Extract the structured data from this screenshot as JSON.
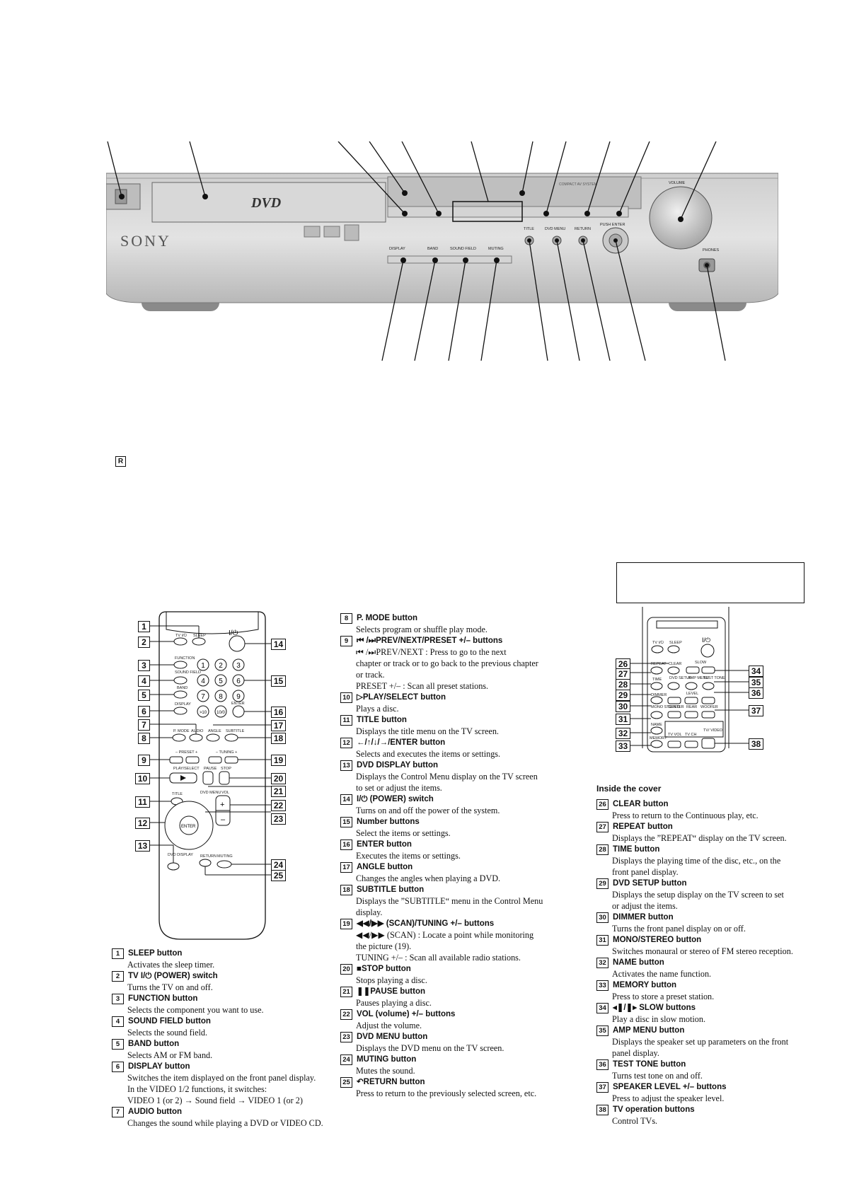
{
  "front_panel": {
    "brand": "SONY",
    "dvd_logo": "DVD",
    "labels": {
      "volume": "VOLUME",
      "push_enter": "PUSH ENTER",
      "title": "TITLE",
      "dvd_menu": "DVD MENU",
      "return": "RETURN",
      "display": "DISPLAY",
      "band": "BAND",
      "sound_field": "SOUND FIELD",
      "muting": "MUTING",
      "phones": "PHONES",
      "compact": "COMPACT AV SYSTEM"
    }
  },
  "section_marker": "R",
  "remote": {
    "numbers": [
      "1",
      "2",
      "3",
      "4",
      "5",
      "6",
      "7",
      "8",
      "9",
      "10",
      "11",
      "12",
      "13",
      "14",
      "15",
      "16",
      "17",
      "18",
      "19",
      "20",
      "21",
      "22",
      "23",
      "24",
      "25"
    ],
    "labels": {
      "tv_power": "TV I/⏻",
      "sleep": "SLEEP",
      "power": "I/⏻",
      "function": "FUNCTION",
      "sound_field": "SOUND FIELD",
      "band": "BAND",
      "display": "DISPLAY",
      "enter": "ENTER",
      "p_mode": "P. MODE",
      "audio": "AUDIO",
      "angle": "ANGLE",
      "subtitle": "SUBTITLE",
      "preset": "– PRESET +",
      "tuning": "– TUNING +",
      "play_select": "PLAY/SELECT",
      "pause": "PAUSE",
      "stop": "STOP",
      "title": "TITLE",
      "dvd_menu": "DVD MENU",
      "vol": "VOL",
      "dvd_display": "DVD DISPLAY",
      "return": "RETURN",
      "muting": "MUTING"
    },
    "keypad": [
      "1",
      "2",
      "3",
      "4",
      "5",
      "6",
      "7",
      "8",
      "9",
      ">10",
      "10/0"
    ]
  },
  "cover_remote": {
    "numbers": [
      "26",
      "27",
      "28",
      "29",
      "30",
      "31",
      "32",
      "33",
      "34",
      "35",
      "36",
      "37",
      "38"
    ],
    "labels": {
      "tv_power": "TV I/⏻",
      "sleep": "SLEEP",
      "power": "I/⏻",
      "repeat": "REPEAT",
      "clear": "CLEAR",
      "slow": "SLOW",
      "time": "TIME",
      "dvd_setup": "DVD SETUP",
      "amp_menu": "AMP MENU",
      "test_tone": "TEST TONE",
      "dimmer": "DIMMER",
      "level": "LEVEL",
      "mono_stereo": "MONO STEREO",
      "center": "CENTER",
      "rear": "REAR",
      "woofer": "WOOFER",
      "name": "NAME",
      "memory": "MEMORY",
      "tv_vol": "TV VOL",
      "tv_ch": "TV CH",
      "tv_video": "TV/ VIDEO"
    }
  },
  "col_left": [
    {
      "n": "1",
      "title": "SLEEP button",
      "lines": [
        "Activates the sleep timer."
      ]
    },
    {
      "n": "2",
      "title": "TV I/⏻ (POWER) switch",
      "lines": [
        "Turns the TV on and off."
      ]
    },
    {
      "n": "3",
      "title": "FUNCTION button",
      "lines": [
        "Selects the component you want to use."
      ]
    },
    {
      "n": "4",
      "title": "SOUND FIELD button",
      "lines": [
        "Selects the sound field."
      ]
    },
    {
      "n": "5",
      "title": "BAND button",
      "lines": [
        "Selects AM or FM band."
      ]
    },
    {
      "n": "6",
      "title": "DISPLAY button",
      "lines": [
        "Switches the item displayed on the front panel display.",
        "In the VIDEO 1/2 functions, it switches:",
        "VIDEO 1 (or 2) → Sound field → VIDEO 1 (or 2)"
      ]
    },
    {
      "n": "7",
      "title": "AUDIO button",
      "lines": [
        "Changes the sound while playing a DVD or VIDEO CD."
      ]
    }
  ],
  "col_mid": [
    {
      "n": "8",
      "title": "P. MODE button",
      "lines": [
        "Selects program or shuffle play mode."
      ]
    },
    {
      "n": "9",
      "title": "⏮ /⏭PREV/NEXT/PRESET +/– buttons",
      "lines": [
        "⏮ /⏭PREV/NEXT : Press to go to the next",
        "chapter or track or to go back to the previous chapter",
        "or track.",
        "PRESET +/– : Scan all preset stations."
      ]
    },
    {
      "n": "10",
      "title": "▷PLAY/SELECT button",
      "lines": [
        "Plays a disc."
      ]
    },
    {
      "n": "11",
      "title": "TITLE button",
      "lines": [
        "Displays the title menu on the TV screen."
      ]
    },
    {
      "n": "12",
      "title": "←/↑/↓/→/ENTER button",
      "lines": [
        "Selects and executes the items or settings."
      ]
    },
    {
      "n": "13",
      "title": "DVD DISPLAY button",
      "lines": [
        "Displays the Control Menu display on the TV screen",
        "to set or adjust the items."
      ]
    },
    {
      "n": "14",
      "title": "I/⏻ (POWER) switch",
      "lines": [
        "Turns on and off the power of the system."
      ]
    },
    {
      "n": "15",
      "title": "Number buttons",
      "lines": [
        "Select the items or settings."
      ]
    },
    {
      "n": "16",
      "title": "ENTER button",
      "lines": [
        "Executes the items or settings."
      ]
    },
    {
      "n": "17",
      "title": "ANGLE button",
      "lines": [
        "Changes the angles when playing a DVD."
      ]
    },
    {
      "n": "18",
      "title": "SUBTITLE button",
      "lines": [
        "Displays the ”SUBTITLE“ menu in the Control Menu",
        "display."
      ]
    },
    {
      "n": "19",
      "title": "◀◀/▶▶ (SCAN)/TUNING +/– buttons",
      "lines": [
        "◀◀/▶▶ (SCAN) : Locate a point while monitoring",
        "the picture (19).",
        "TUNING +/– : Scan all available radio stations."
      ]
    },
    {
      "n": "20",
      "title": "■STOP button",
      "lines": [
        "Stops playing a disc."
      ]
    },
    {
      "n": "21",
      "title": "❚❚PAUSE button",
      "lines": [
        "Pauses playing a disc."
      ]
    },
    {
      "n": "22",
      "title": "VOL (volume) +/– buttons",
      "lines": [
        "Adjust the volume."
      ]
    },
    {
      "n": "23",
      "title": "DVD MENU button",
      "lines": [
        "Displays the DVD menu on the TV screen."
      ]
    },
    {
      "n": "24",
      "title": "MUTING button",
      "lines": [
        "Mutes the sound."
      ]
    },
    {
      "n": "25",
      "title": "↶RETURN button",
      "lines": [
        "Press to return to the previously selected screen, etc."
      ]
    }
  ],
  "cover_heading": "Inside the cover",
  "col_right": [
    {
      "n": "26",
      "title": "CLEAR button",
      "lines": [
        "Press to return to the Continuous play, etc."
      ]
    },
    {
      "n": "27",
      "title": "REPEAT button",
      "lines": [
        "Displays the ”REPEAT“ display on the TV screen."
      ]
    },
    {
      "n": "28",
      "title": "TIME button",
      "lines": [
        "Displays the playing time of the disc, etc., on the",
        "front panel display."
      ]
    },
    {
      "n": "29",
      "title": "DVD SETUP button",
      "lines": [
        "Displays the setup display on the TV screen to set",
        "or adjust the items."
      ]
    },
    {
      "n": "30",
      "title": "DIMMER button",
      "lines": [
        "Turns the front panel display on or off."
      ]
    },
    {
      "n": "31",
      "title": "MONO/STEREO button",
      "lines": [
        "Switches monaural or stereo of FM stereo reception."
      ]
    },
    {
      "n": "32",
      "title": "NAME button",
      "lines": [
        "Activates the name function."
      ]
    },
    {
      "n": "33",
      "title": "MEMORY button",
      "lines": [
        "Press to store a preset station."
      ]
    },
    {
      "n": "34",
      "title": "◂❚/❚▸ SLOW buttons",
      "lines": [
        "Play a disc in slow motion."
      ]
    },
    {
      "n": "35",
      "title": "AMP MENU button",
      "lines": [
        "Displays the speaker set up parameters on the front",
        "panel display."
      ]
    },
    {
      "n": "36",
      "title": "TEST TONE button",
      "lines": [
        "Turns test tone on and off."
      ]
    },
    {
      "n": "37",
      "title": "SPEAKER LEVEL +/– buttons",
      "lines": [
        "Press to adjust the speaker level."
      ]
    },
    {
      "n": "38",
      "title": "TV operation buttons",
      "lines": [
        "Control TVs."
      ]
    }
  ]
}
